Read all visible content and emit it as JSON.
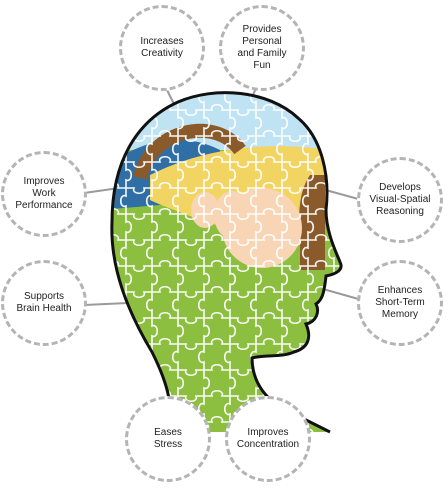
{
  "colors": {
    "connector": "#9a9a9a",
    "bubble_border": "#b4b4b4",
    "head_green": "#8cbf3f",
    "sky": "#bfe3f3",
    "field": "#f2d463",
    "face": "#f7d5b5",
    "hill_blue": "#2f6fa6",
    "brown": "#8a5a2b",
    "outline": "#111111"
  },
  "benefits": [
    {
      "id": "creativity",
      "label": "Increases\nCreativity"
    },
    {
      "id": "fun",
      "label": "Provides\nPersonal\nand Family\nFun"
    },
    {
      "id": "work",
      "label": "Improves\nWork\nPerformance"
    },
    {
      "id": "visual-spatial",
      "label": "Develops\nVisual-Spatial\nReasoning"
    },
    {
      "id": "brain-health",
      "label": "Supports\nBrain Health"
    },
    {
      "id": "memory",
      "label": "Enhances\nShort-Term\nMemory"
    },
    {
      "id": "stress",
      "label": "Eases\nStress"
    },
    {
      "id": "concentration",
      "label": "Improves\nConcentration"
    }
  ]
}
